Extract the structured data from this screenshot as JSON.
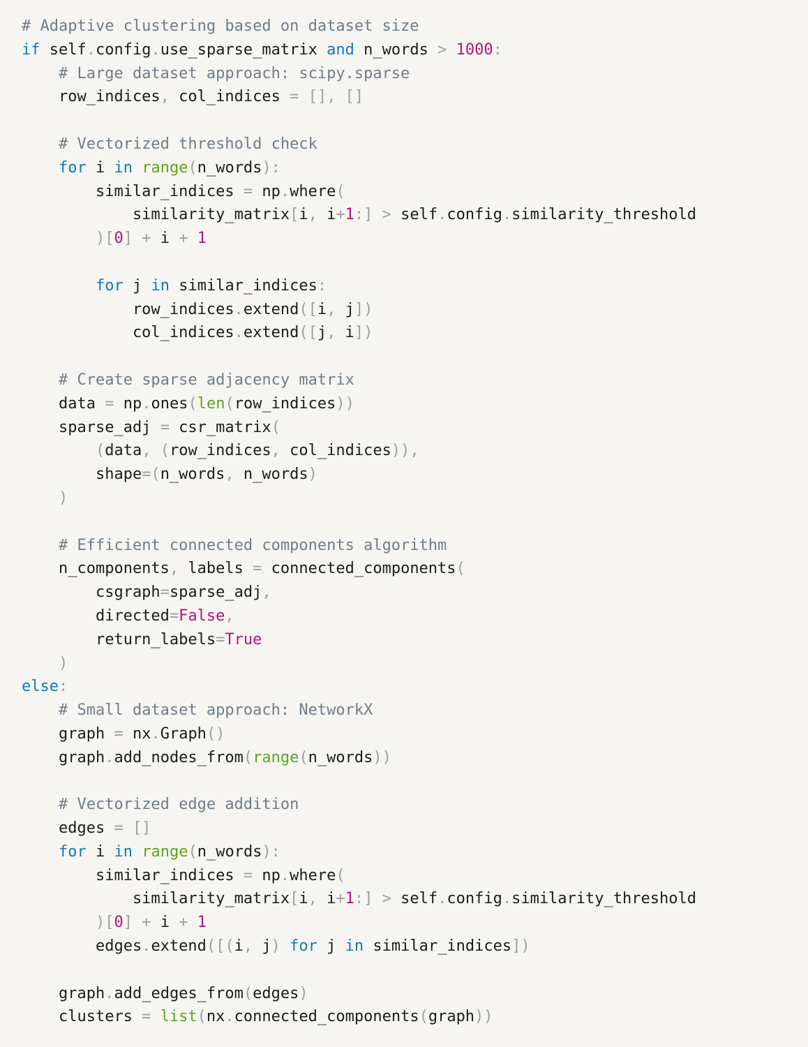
{
  "code": {
    "language": "python",
    "lines": [
      [
        [
          "c",
          "# Adaptive clustering based on dataset size"
        ]
      ],
      [
        [
          "k",
          "if"
        ],
        [
          "n",
          " self"
        ],
        [
          "p",
          "."
        ],
        [
          "n",
          "config"
        ],
        [
          "p",
          "."
        ],
        [
          "n",
          "use_sparse_matrix "
        ],
        [
          "k",
          "and"
        ],
        [
          "n",
          " n_words "
        ],
        [
          "p",
          ">"
        ],
        [
          "n",
          " "
        ],
        [
          "m",
          "1000"
        ],
        [
          "p",
          ":"
        ]
      ],
      [
        [
          "n",
          "    "
        ],
        [
          "c",
          "# Large dataset approach: scipy.sparse"
        ]
      ],
      [
        [
          "n",
          "    row_indices"
        ],
        [
          "p",
          ","
        ],
        [
          "n",
          " col_indices "
        ],
        [
          "p",
          "="
        ],
        [
          "n",
          " "
        ],
        [
          "p",
          "[],"
        ],
        [
          "n",
          " "
        ],
        [
          "p",
          "[]"
        ]
      ],
      [],
      [
        [
          "n",
          "    "
        ],
        [
          "c",
          "# Vectorized threshold check"
        ]
      ],
      [
        [
          "n",
          "    "
        ],
        [
          "k",
          "for"
        ],
        [
          "n",
          " i "
        ],
        [
          "k",
          "in"
        ],
        [
          "n",
          " "
        ],
        [
          "b",
          "range"
        ],
        [
          "p",
          "("
        ],
        [
          "n",
          "n_words"
        ],
        [
          "p",
          "):"
        ]
      ],
      [
        [
          "n",
          "        similar_indices "
        ],
        [
          "p",
          "="
        ],
        [
          "n",
          " np"
        ],
        [
          "p",
          "."
        ],
        [
          "n",
          "where"
        ],
        [
          "p",
          "("
        ]
      ],
      [
        [
          "n",
          "            similarity_matrix"
        ],
        [
          "p",
          "["
        ],
        [
          "n",
          "i"
        ],
        [
          "p",
          ","
        ],
        [
          "n",
          " i"
        ],
        [
          "p",
          "+"
        ],
        [
          "m",
          "1"
        ],
        [
          "p",
          ":]"
        ],
        [
          "n",
          " "
        ],
        [
          "p",
          ">"
        ],
        [
          "n",
          " self"
        ],
        [
          "p",
          "."
        ],
        [
          "n",
          "config"
        ],
        [
          "p",
          "."
        ],
        [
          "n",
          "similarity_threshold"
        ]
      ],
      [
        [
          "n",
          "        "
        ],
        [
          "p",
          ")["
        ],
        [
          "m",
          "0"
        ],
        [
          "p",
          "]"
        ],
        [
          "n",
          " "
        ],
        [
          "p",
          "+"
        ],
        [
          "n",
          " i "
        ],
        [
          "p",
          "+"
        ],
        [
          "n",
          " "
        ],
        [
          "m",
          "1"
        ]
      ],
      [],
      [
        [
          "n",
          "        "
        ],
        [
          "k",
          "for"
        ],
        [
          "n",
          " j "
        ],
        [
          "k",
          "in"
        ],
        [
          "n",
          " similar_indices"
        ],
        [
          "p",
          ":"
        ]
      ],
      [
        [
          "n",
          "            row_indices"
        ],
        [
          "p",
          "."
        ],
        [
          "n",
          "extend"
        ],
        [
          "p",
          "(["
        ],
        [
          "n",
          "i"
        ],
        [
          "p",
          ","
        ],
        [
          "n",
          " j"
        ],
        [
          "p",
          "])"
        ]
      ],
      [
        [
          "n",
          "            col_indices"
        ],
        [
          "p",
          "."
        ],
        [
          "n",
          "extend"
        ],
        [
          "p",
          "(["
        ],
        [
          "n",
          "j"
        ],
        [
          "p",
          ","
        ],
        [
          "n",
          " i"
        ],
        [
          "p",
          "])"
        ]
      ],
      [],
      [
        [
          "n",
          "    "
        ],
        [
          "c",
          "# Create sparse adjacency matrix"
        ]
      ],
      [
        [
          "n",
          "    data "
        ],
        [
          "p",
          "="
        ],
        [
          "n",
          " np"
        ],
        [
          "p",
          "."
        ],
        [
          "n",
          "ones"
        ],
        [
          "p",
          "("
        ],
        [
          "b",
          "len"
        ],
        [
          "p",
          "("
        ],
        [
          "n",
          "row_indices"
        ],
        [
          "p",
          "))"
        ]
      ],
      [
        [
          "n",
          "    sparse_adj "
        ],
        [
          "p",
          "="
        ],
        [
          "n",
          " csr_matrix"
        ],
        [
          "p",
          "("
        ]
      ],
      [
        [
          "n",
          "        "
        ],
        [
          "p",
          "("
        ],
        [
          "n",
          "data"
        ],
        [
          "p",
          ","
        ],
        [
          "n",
          " "
        ],
        [
          "p",
          "("
        ],
        [
          "n",
          "row_indices"
        ],
        [
          "p",
          ","
        ],
        [
          "n",
          " col_indices"
        ],
        [
          "p",
          ")),"
        ]
      ],
      [
        [
          "n",
          "        shape"
        ],
        [
          "p",
          "=("
        ],
        [
          "n",
          "n_words"
        ],
        [
          "p",
          ","
        ],
        [
          "n",
          " n_words"
        ],
        [
          "p",
          ")"
        ]
      ],
      [
        [
          "n",
          "    "
        ],
        [
          "p",
          ")"
        ]
      ],
      [],
      [
        [
          "n",
          "    "
        ],
        [
          "c",
          "# Efficient connected components algorithm"
        ]
      ],
      [
        [
          "n",
          "    n_components"
        ],
        [
          "p",
          ","
        ],
        [
          "n",
          " labels "
        ],
        [
          "p",
          "="
        ],
        [
          "n",
          " connected_components"
        ],
        [
          "p",
          "("
        ]
      ],
      [
        [
          "n",
          "        csgraph"
        ],
        [
          "p",
          "="
        ],
        [
          "n",
          "sparse_adj"
        ],
        [
          "p",
          ","
        ]
      ],
      [
        [
          "n",
          "        directed"
        ],
        [
          "p",
          "="
        ],
        [
          "m",
          "False"
        ],
        [
          "p",
          ","
        ]
      ],
      [
        [
          "n",
          "        return_labels"
        ],
        [
          "p",
          "="
        ],
        [
          "m",
          "True"
        ]
      ],
      [
        [
          "n",
          "    "
        ],
        [
          "p",
          ")"
        ]
      ],
      [
        [
          "k",
          "else"
        ],
        [
          "p",
          ":"
        ]
      ],
      [
        [
          "n",
          "    "
        ],
        [
          "c",
          "# Small dataset approach: NetworkX"
        ]
      ],
      [
        [
          "n",
          "    graph "
        ],
        [
          "p",
          "="
        ],
        [
          "n",
          " nx"
        ],
        [
          "p",
          "."
        ],
        [
          "n",
          "Graph"
        ],
        [
          "p",
          "()"
        ]
      ],
      [
        [
          "n",
          "    graph"
        ],
        [
          "p",
          "."
        ],
        [
          "n",
          "add_nodes_from"
        ],
        [
          "p",
          "("
        ],
        [
          "b",
          "range"
        ],
        [
          "p",
          "("
        ],
        [
          "n",
          "n_words"
        ],
        [
          "p",
          "))"
        ]
      ],
      [],
      [
        [
          "n",
          "    "
        ],
        [
          "c",
          "# Vectorized edge addition"
        ]
      ],
      [
        [
          "n",
          "    edges "
        ],
        [
          "p",
          "="
        ],
        [
          "n",
          " "
        ],
        [
          "p",
          "[]"
        ]
      ],
      [
        [
          "n",
          "    "
        ],
        [
          "k",
          "for"
        ],
        [
          "n",
          " i "
        ],
        [
          "k",
          "in"
        ],
        [
          "n",
          " "
        ],
        [
          "b",
          "range"
        ],
        [
          "p",
          "("
        ],
        [
          "n",
          "n_words"
        ],
        [
          "p",
          "):"
        ]
      ],
      [
        [
          "n",
          "        similar_indices "
        ],
        [
          "p",
          "="
        ],
        [
          "n",
          " np"
        ],
        [
          "p",
          "."
        ],
        [
          "n",
          "where"
        ],
        [
          "p",
          "("
        ]
      ],
      [
        [
          "n",
          "            similarity_matrix"
        ],
        [
          "p",
          "["
        ],
        [
          "n",
          "i"
        ],
        [
          "p",
          ","
        ],
        [
          "n",
          " i"
        ],
        [
          "p",
          "+"
        ],
        [
          "m",
          "1"
        ],
        [
          "p",
          ":]"
        ],
        [
          "n",
          " "
        ],
        [
          "p",
          ">"
        ],
        [
          "n",
          " self"
        ],
        [
          "p",
          "."
        ],
        [
          "n",
          "config"
        ],
        [
          "p",
          "."
        ],
        [
          "n",
          "similarity_threshold"
        ]
      ],
      [
        [
          "n",
          "        "
        ],
        [
          "p",
          ")["
        ],
        [
          "m",
          "0"
        ],
        [
          "p",
          "]"
        ],
        [
          "n",
          " "
        ],
        [
          "p",
          "+"
        ],
        [
          "n",
          " i "
        ],
        [
          "p",
          "+"
        ],
        [
          "n",
          " "
        ],
        [
          "m",
          "1"
        ]
      ],
      [
        [
          "n",
          "        edges"
        ],
        [
          "p",
          "."
        ],
        [
          "n",
          "extend"
        ],
        [
          "p",
          "([("
        ],
        [
          "n",
          "i"
        ],
        [
          "p",
          ","
        ],
        [
          "n",
          " j"
        ],
        [
          "p",
          ")"
        ],
        [
          "n",
          " "
        ],
        [
          "k",
          "for"
        ],
        [
          "n",
          " j "
        ],
        [
          "k",
          "in"
        ],
        [
          "n",
          " similar_indices"
        ],
        [
          "p",
          "])"
        ]
      ],
      [],
      [
        [
          "n",
          "    graph"
        ],
        [
          "p",
          "."
        ],
        [
          "n",
          "add_edges_from"
        ],
        [
          "p",
          "("
        ],
        [
          "n",
          "edges"
        ],
        [
          "p",
          ")"
        ]
      ],
      [
        [
          "n",
          "    clusters "
        ],
        [
          "p",
          "="
        ],
        [
          "n",
          " "
        ],
        [
          "b",
          "list"
        ],
        [
          "p",
          "("
        ],
        [
          "n",
          "nx"
        ],
        [
          "p",
          "."
        ],
        [
          "n",
          "connected_components"
        ],
        [
          "p",
          "("
        ],
        [
          "n",
          "graph"
        ],
        [
          "p",
          "))"
        ]
      ]
    ]
  },
  "colors": {
    "background": "#f6f5f2",
    "keyword": "#0e7bb6",
    "comment": "#6f7d8a",
    "number_constant": "#b2157a",
    "builtin": "#5fa51d",
    "punctuation": "#9aa0a6",
    "text": "#1c1c1c"
  }
}
